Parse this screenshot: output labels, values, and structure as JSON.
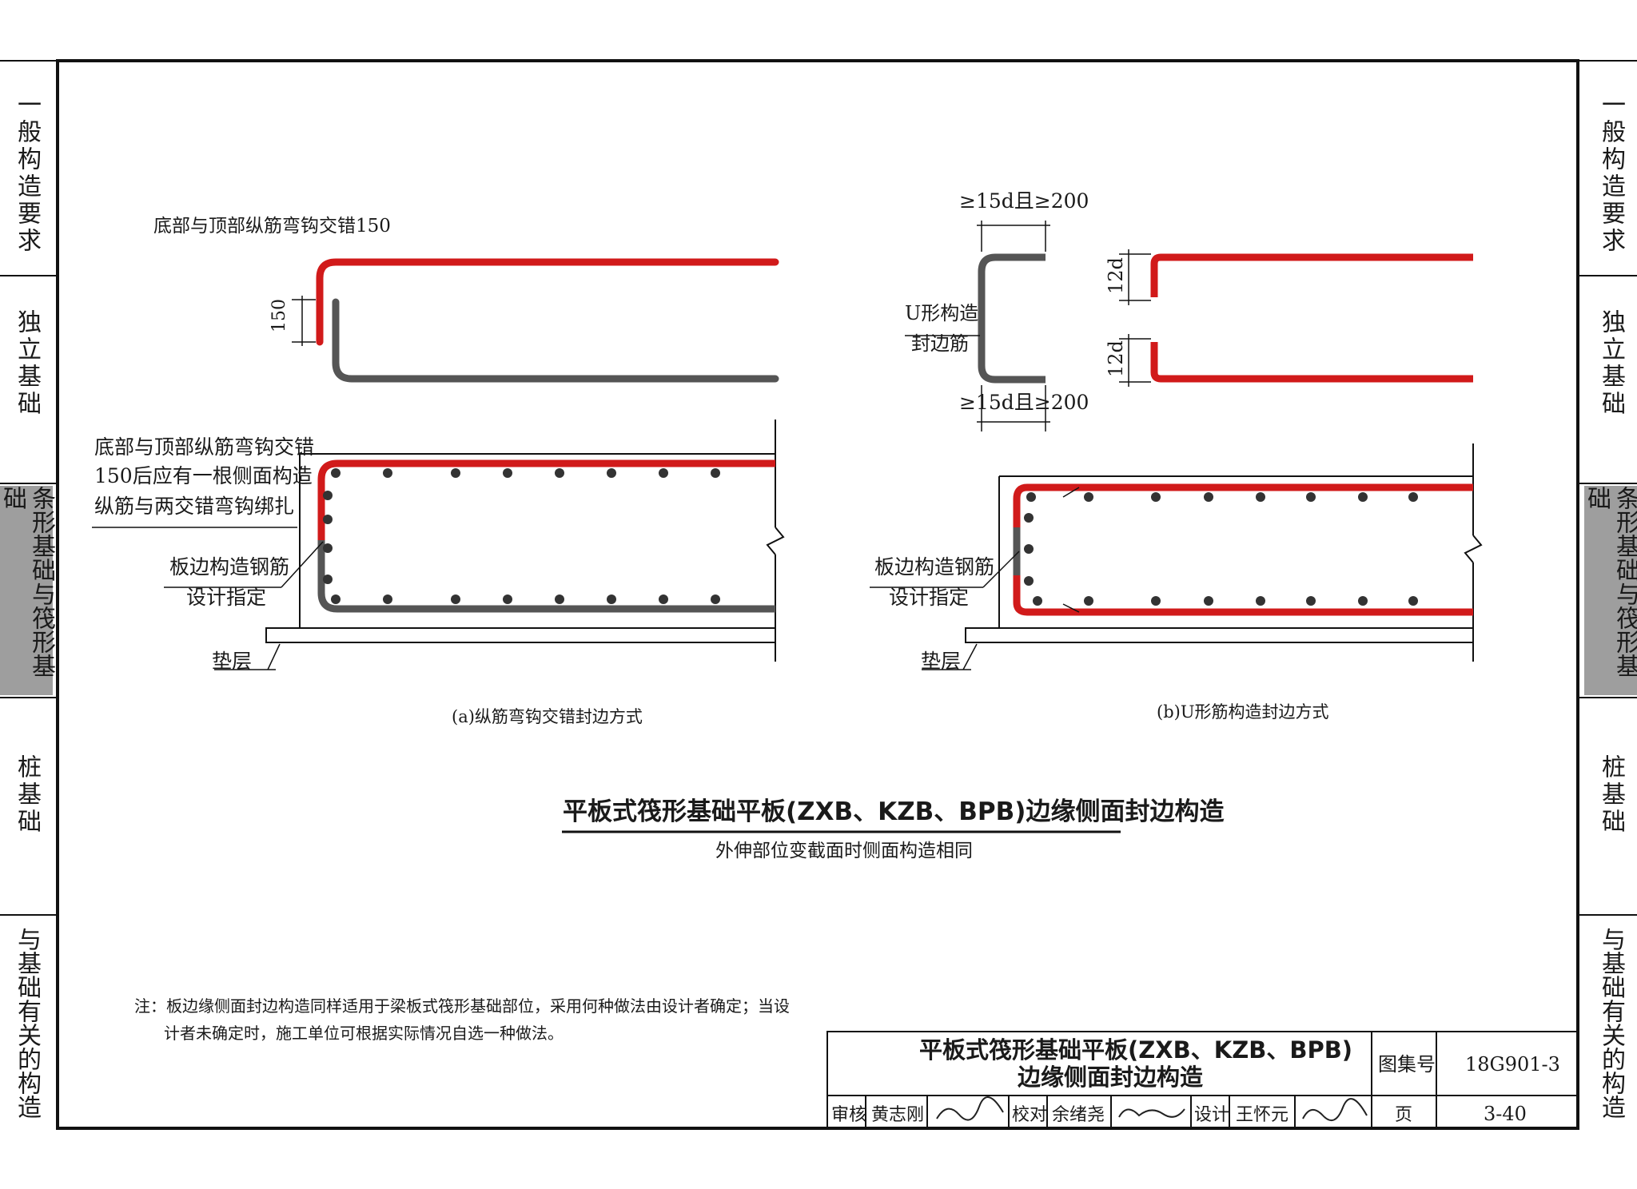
{
  "side_tabs": [
    {
      "label": "一般构造要求",
      "active": false
    },
    {
      "label": "独立基础",
      "active": false
    },
    {
      "label": "条形基础与筏形基础",
      "active": true
    },
    {
      "label": "桩基础",
      "active": false
    },
    {
      "label": "与基础有关的构造",
      "active": false
    }
  ],
  "diagram_a": {
    "top_note": "底部与顶部纵筋弯钩交错150",
    "dim_150": "150",
    "note_line1": "底部与顶部纵筋弯钩交错",
    "note_line2": "150后应有一根侧面构造",
    "note_line3": "纵筋与两交错弯钩绑扎",
    "edge_bar_line1": "板边构造钢筋",
    "edge_bar_line2": "设计指定",
    "cushion": "垫层",
    "caption": "(a)纵筋弯钩交错封边方式"
  },
  "diagram_b": {
    "dim_top": "≥15d且≥200",
    "dim_bottom": "≥15d且≥200",
    "u_label_line1": "U形构造",
    "u_label_line2": "封边筋",
    "dim_12d_top": "12d",
    "dim_12d_bottom": "12d",
    "edge_bar_line1": "板边构造钢筋",
    "edge_bar_line2": "设计指定",
    "cushion": "垫层",
    "caption": "(b)U形筋构造封边方式"
  },
  "main_title": "平板式筏形基础平板(ZXB、KZB、BPB)边缘侧面封边构造",
  "subtitle": "外伸部位变截面时侧面构造相同",
  "note_line1": "注：板边缘侧面封边构造同样适用于梁板式筏形基础部位，采用何种做法由设计者确定；当设",
  "note_line2": "计者未确定时，施工单位可根据实际情况自选一种做法。",
  "title_block": {
    "title_line1": "平板式筏形基础平板(ZXB、KZB、BPB)",
    "title_line2": "边缘侧面封边构造",
    "atlas_label": "图集号",
    "atlas_no": "18G901-3",
    "review_label": "审核",
    "reviewer": "黄志刚",
    "check_label": "校对",
    "checker": "余绪尧",
    "design_label": "设计",
    "designer": "王怀元",
    "page_label": "页",
    "page_no": "3-40"
  },
  "colors": {
    "rebar_red": "#d11a1a",
    "rebar_gray": "#555555",
    "frame": "#111111",
    "active_tab": "#9e9e9e"
  }
}
